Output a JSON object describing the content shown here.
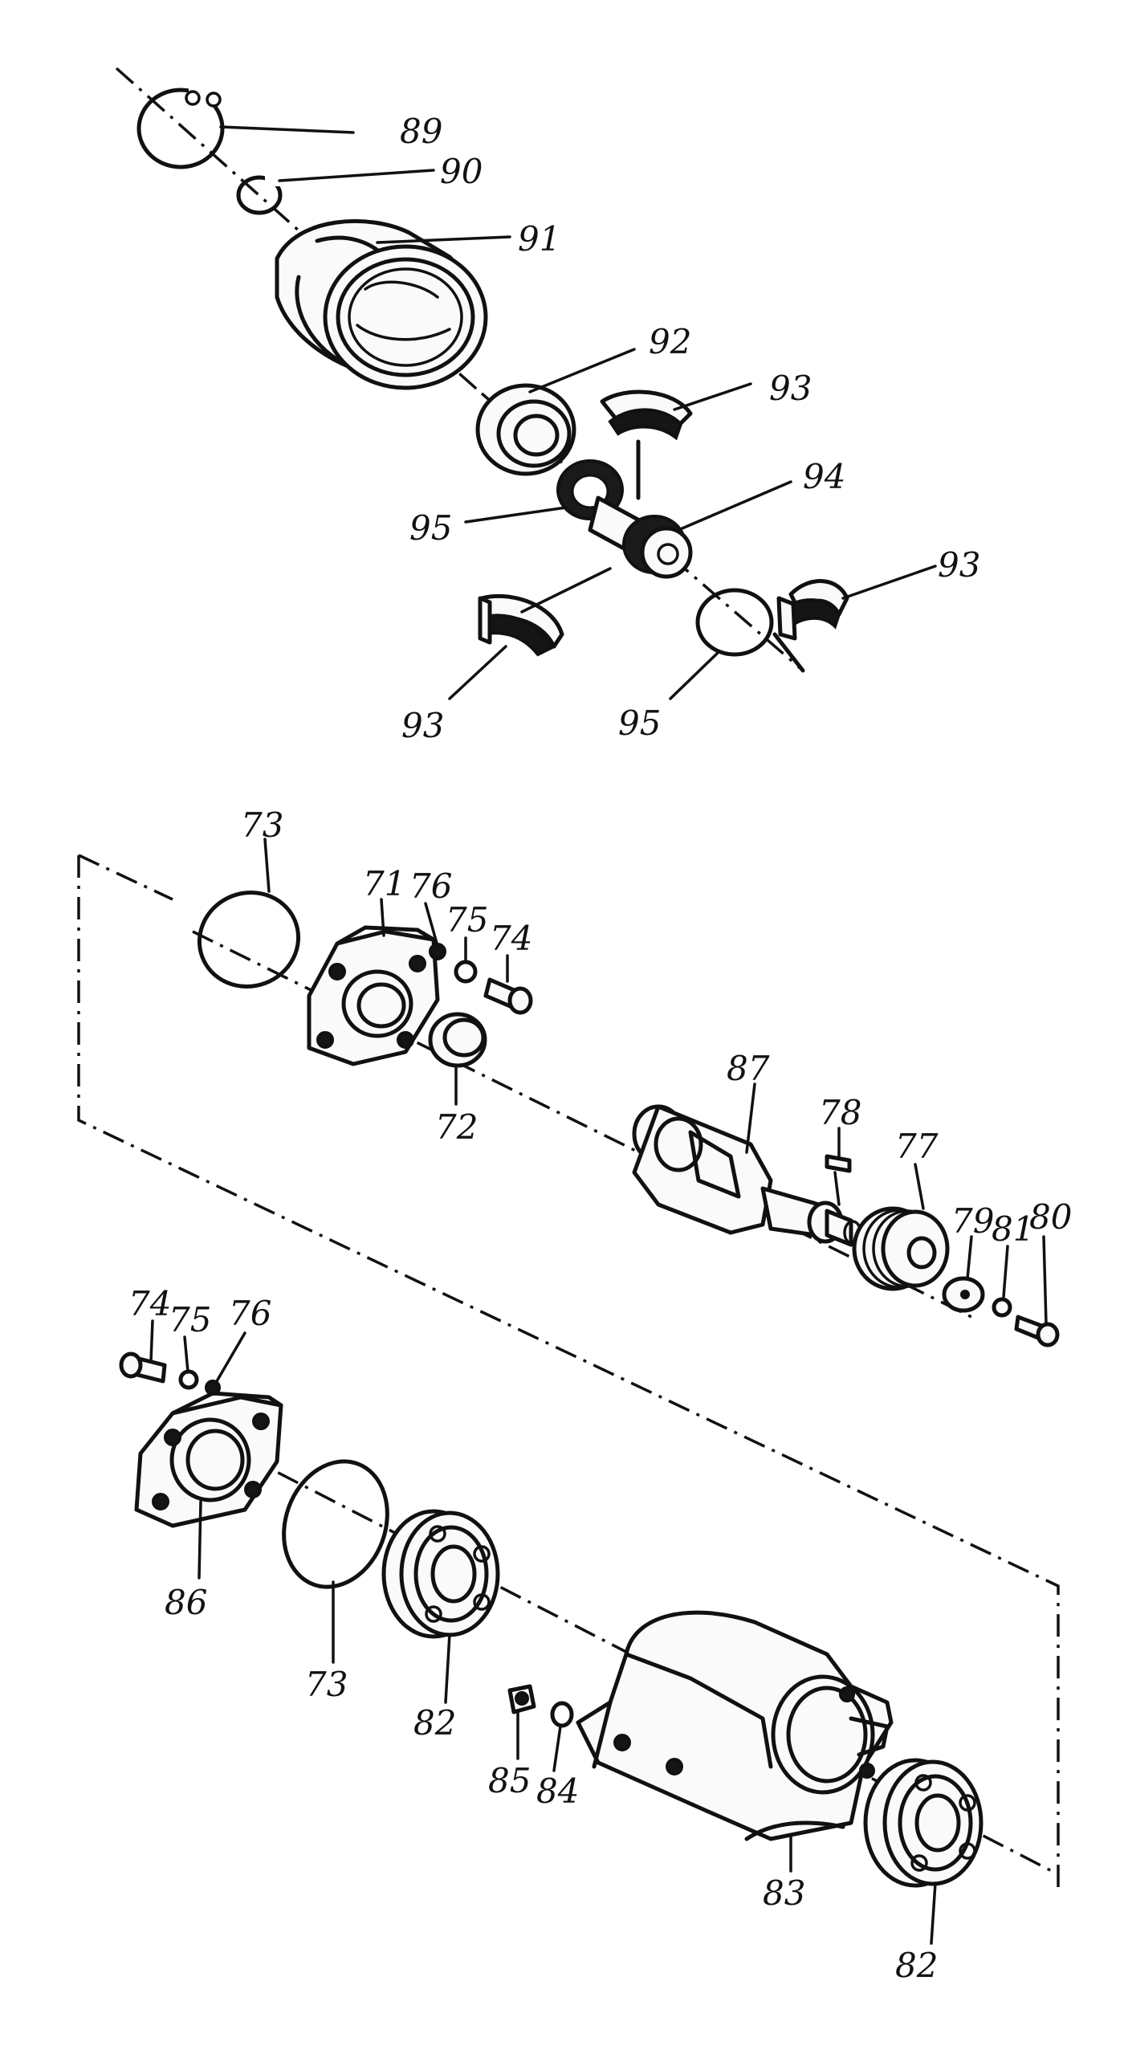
{
  "parts": [
    {
      "id": "89",
      "label": "89"
    },
    {
      "id": "90",
      "label": "90"
    },
    {
      "id": "91",
      "label": "91"
    },
    {
      "id": "92",
      "label": "92"
    },
    {
      "id": "93a",
      "label": "93"
    },
    {
      "id": "94",
      "label": "94"
    },
    {
      "id": "95a",
      "label": "95"
    },
    {
      "id": "93b",
      "label": "93"
    },
    {
      "id": "93c",
      "label": "93"
    },
    {
      "id": "95b",
      "label": "95"
    },
    {
      "id": "73a",
      "label": "73"
    },
    {
      "id": "71",
      "label": "71"
    },
    {
      "id": "76a",
      "label": "76"
    },
    {
      "id": "75a",
      "label": "75"
    },
    {
      "id": "74a",
      "label": "74"
    },
    {
      "id": "72",
      "label": "72"
    },
    {
      "id": "87",
      "label": "87"
    },
    {
      "id": "78",
      "label": "78"
    },
    {
      "id": "77",
      "label": "77"
    },
    {
      "id": "79",
      "label": "79"
    },
    {
      "id": "81",
      "label": "81"
    },
    {
      "id": "80",
      "label": "80"
    },
    {
      "id": "74b",
      "label": "74"
    },
    {
      "id": "75b",
      "label": "75"
    },
    {
      "id": "76b",
      "label": "76"
    },
    {
      "id": "86",
      "label": "86"
    },
    {
      "id": "73b",
      "label": "73"
    },
    {
      "id": "82a",
      "label": "82"
    },
    {
      "id": "85",
      "label": "85"
    },
    {
      "id": "84",
      "label": "84"
    },
    {
      "id": "83",
      "label": "83"
    },
    {
      "id": "82b",
      "label": "82"
    }
  ]
}
